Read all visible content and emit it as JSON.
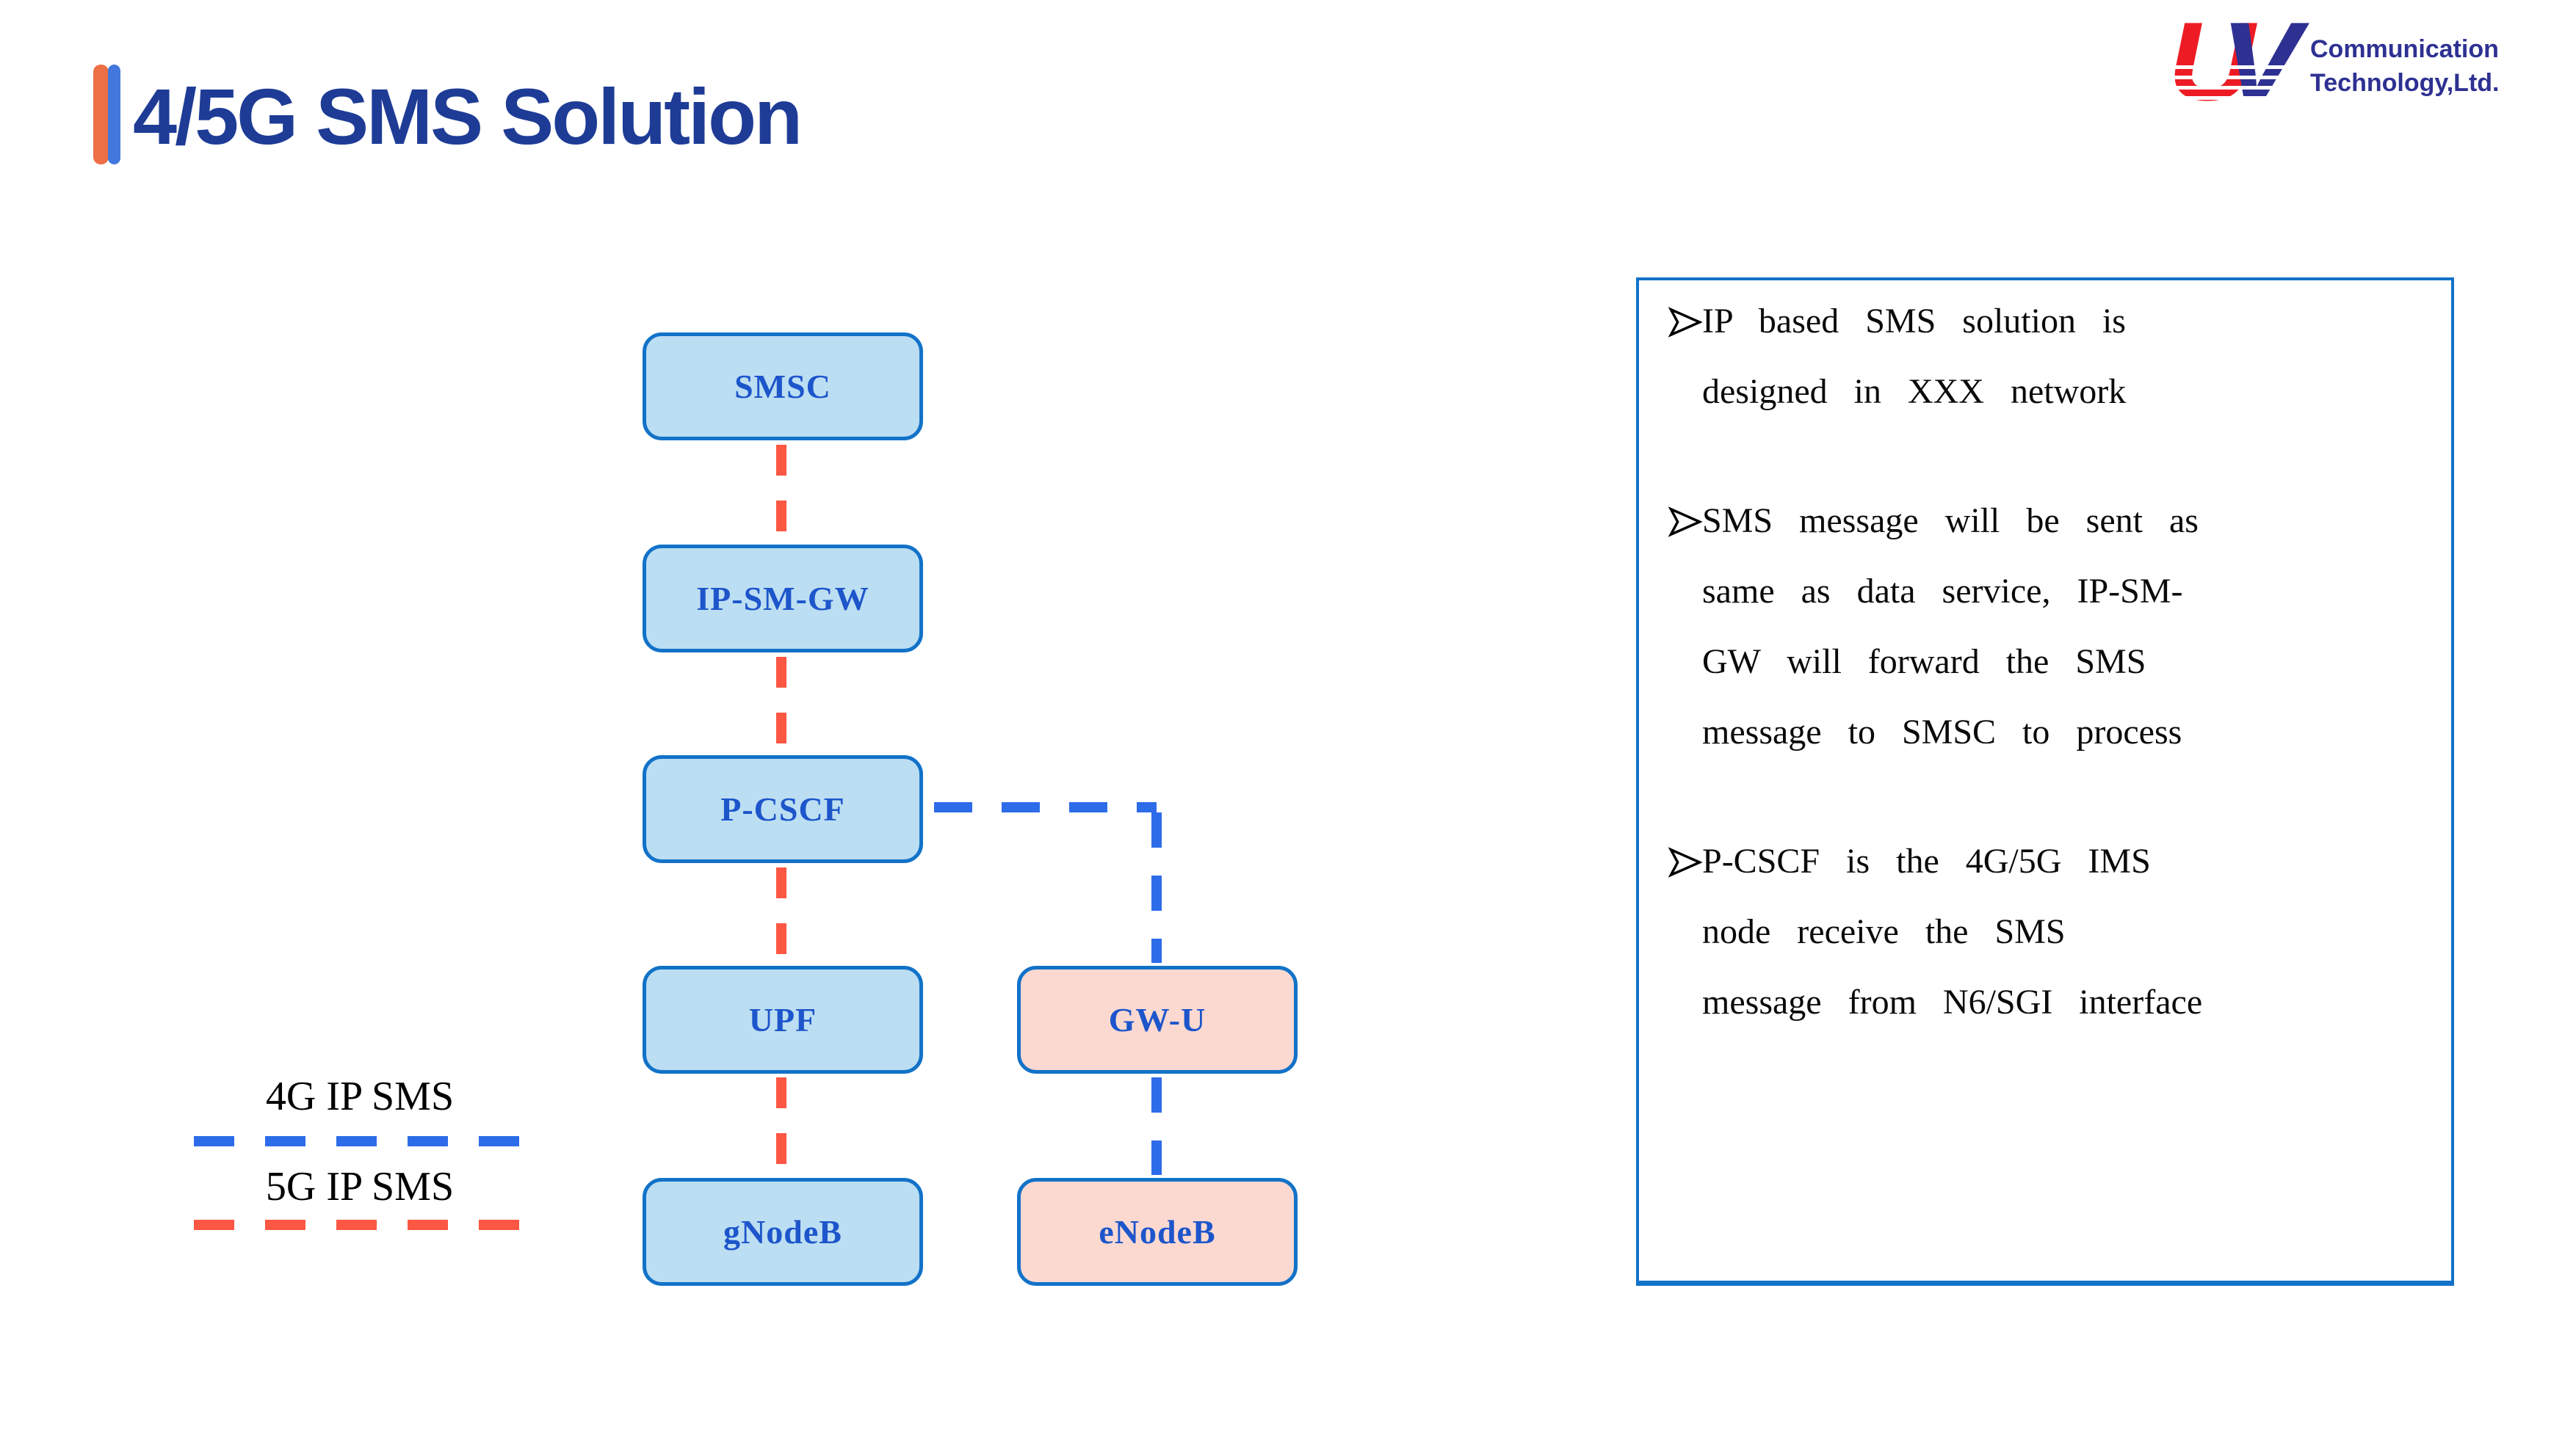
{
  "title": "4/5G SMS Solution",
  "logo": {
    "letter_u": "U",
    "letter_v": "V",
    "line1": "Communication",
    "line2": "Technology,Ltd."
  },
  "diagram": {
    "nodes": [
      {
        "id": "smsc",
        "label": "SMSC",
        "type": "blue"
      },
      {
        "id": "ip-sm-gw",
        "label": "IP-SM-GW",
        "type": "blue"
      },
      {
        "id": "p-cscf",
        "label": "P-CSCF",
        "type": "blue"
      },
      {
        "id": "upf",
        "label": "UPF",
        "type": "blue"
      },
      {
        "id": "gnodeb",
        "label": "gNodeB",
        "type": "blue"
      },
      {
        "id": "gw-u",
        "label": "GW-U",
        "type": "pink"
      },
      {
        "id": "enodeb",
        "label": "eNodeB",
        "type": "pink"
      }
    ],
    "edges": [
      {
        "from": "SMSC",
        "to": "IP-SM-GW",
        "style": "red-dashed",
        "meaning": "5G IP SMS path"
      },
      {
        "from": "IP-SM-GW",
        "to": "P-CSCF",
        "style": "red-dashed",
        "meaning": "5G IP SMS path"
      },
      {
        "from": "P-CSCF",
        "to": "UPF",
        "style": "red-dashed",
        "meaning": "5G IP SMS path"
      },
      {
        "from": "UPF",
        "to": "gNodeB",
        "style": "red-dashed",
        "meaning": "5G IP SMS path"
      },
      {
        "from": "P-CSCF",
        "to": "GW-U",
        "style": "blue-dashed",
        "meaning": "4G IP SMS path"
      },
      {
        "from": "GW-U",
        "to": "eNodeB",
        "style": "blue-dashed",
        "meaning": "4G IP SMS path"
      }
    ],
    "legend": [
      {
        "label": "4G IP SMS",
        "line_style": "dashed",
        "color": "#2d6ce9"
      },
      {
        "label": "5G IP SMS",
        "line_style": "dashed",
        "color": "#fb5742"
      }
    ]
  },
  "info_panel": {
    "bullets": [
      {
        "lines": [
          "IP based SMS solution is",
          "designed in XXX network"
        ]
      },
      {
        "lines": [
          "SMS message will be sent as",
          "same as data service, IP-SM-",
          "GW will forward the SMS",
          "message to SMSC to process"
        ]
      },
      {
        "lines": [
          "P-CSCF is the 4G/5G IMS",
          "node receive the SMS",
          "message from N6/SGI interface"
        ]
      }
    ]
  },
  "colors": {
    "title_navy": "#1e3c96",
    "accent_orange": "#ec6f45",
    "accent_blue": "#4277dd",
    "box_border": "#1272c8",
    "box_fill_blue": "#bcdef2",
    "box_fill_pink": "#fbd9d1",
    "label_blue": "#1d55cb",
    "red_dash": "#fb5742",
    "blue_dash": "#2d6ce9",
    "logo_red": "#ed1c24",
    "logo_navy": "#2e3192"
  }
}
